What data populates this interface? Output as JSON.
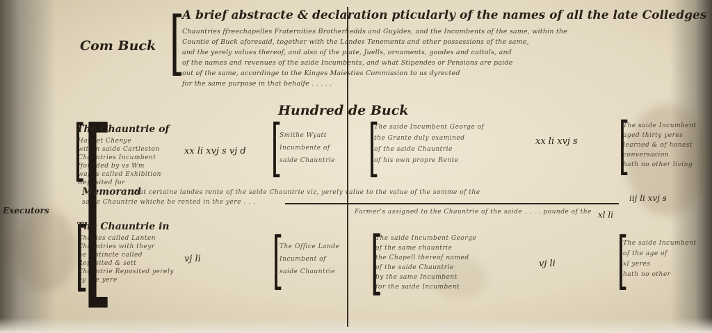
{
  "header": {
    "county_label": "Com Buck",
    "title": "A brief abstracte & declaration pticularly of the names of all the late Colledges",
    "lines": [
      "Chauntries ffreechapelles Fraternities Brotherhedds and Guyldes, and the Incumbents of the same, within the",
      "Countie of Buck aforesaid, together with the Landes Tenements and other possessions of the same,",
      "and the yerely values thereof, and also of the plate, Juells, ornaments, goodes and cattals, and",
      "of the names and revenues of the saide Incumbents, and what Stipendes or Pensions are paide",
      "out of the same, accordinge to the Kinges Maiesties Commission to us dyrected",
      "for the same purpose in that behalfe . . . . ."
    ]
  },
  "section_heading": "Hundred de Buck",
  "executor_label": "Executors",
  "entries": [
    {
      "name": "The Chauntrie of",
      "desc": [
        "Hamlet Chenye",
        "within saide Cartleston",
        "Chauntries Incumbent",
        "ffounded by vs Wm",
        "wages called Exhibition",
        "Reposited for"
      ],
      "value": "xx li xvj s vj d",
      "mid": [
        "Smithe Wyatt",
        "Incumbente of",
        "saide Chauntrie"
      ],
      "note": [
        "The saide Incumbent George of",
        "the Grante duly examined",
        "of the saide Chauntrie",
        "of his own propre Rente"
      ],
      "amount": "xx li xvj s",
      "right": [
        "The saide Incumbent",
        "aged thirty yeres",
        "learned & of honest",
        "conversacion",
        "hath no other living"
      ]
    },
    {
      "name": "Memorand",
      "line1": "that certaine landes rente of the saide Chauntrie viz, yerely value to the value of the somme of the",
      "line2": "saide Chauntrie whiche be rented in the yere . . .",
      "line3": "Farmer's assigned to the Chauntrie of the saide . . . . pounde of the",
      "value": "xl li",
      "right": "iij li xvj s"
    },
    {
      "name": "The Chauntrie in",
      "desc": [
        "Chenies called Lanten",
        "Chauntries with theyr",
        "be distincte called",
        "Reposited & sett",
        "Chauntrie Reposited yerely",
        "by the yere"
      ],
      "value": "vj li",
      "mid": [
        "The Office Lande",
        "Incumbent of",
        "saide Chauntrie"
      ],
      "note": [
        "The saide Incumbent George",
        "of the same chauntrie",
        "the Chapell thereof named",
        "of the saide Chauntrie",
        "by the same Incumbent",
        "for the saide Incumbent"
      ],
      "amount": "vj li",
      "right": [
        "The saide Incumbent",
        "of the age of",
        "xl yeres",
        "hath no other"
      ]
    }
  ]
}
